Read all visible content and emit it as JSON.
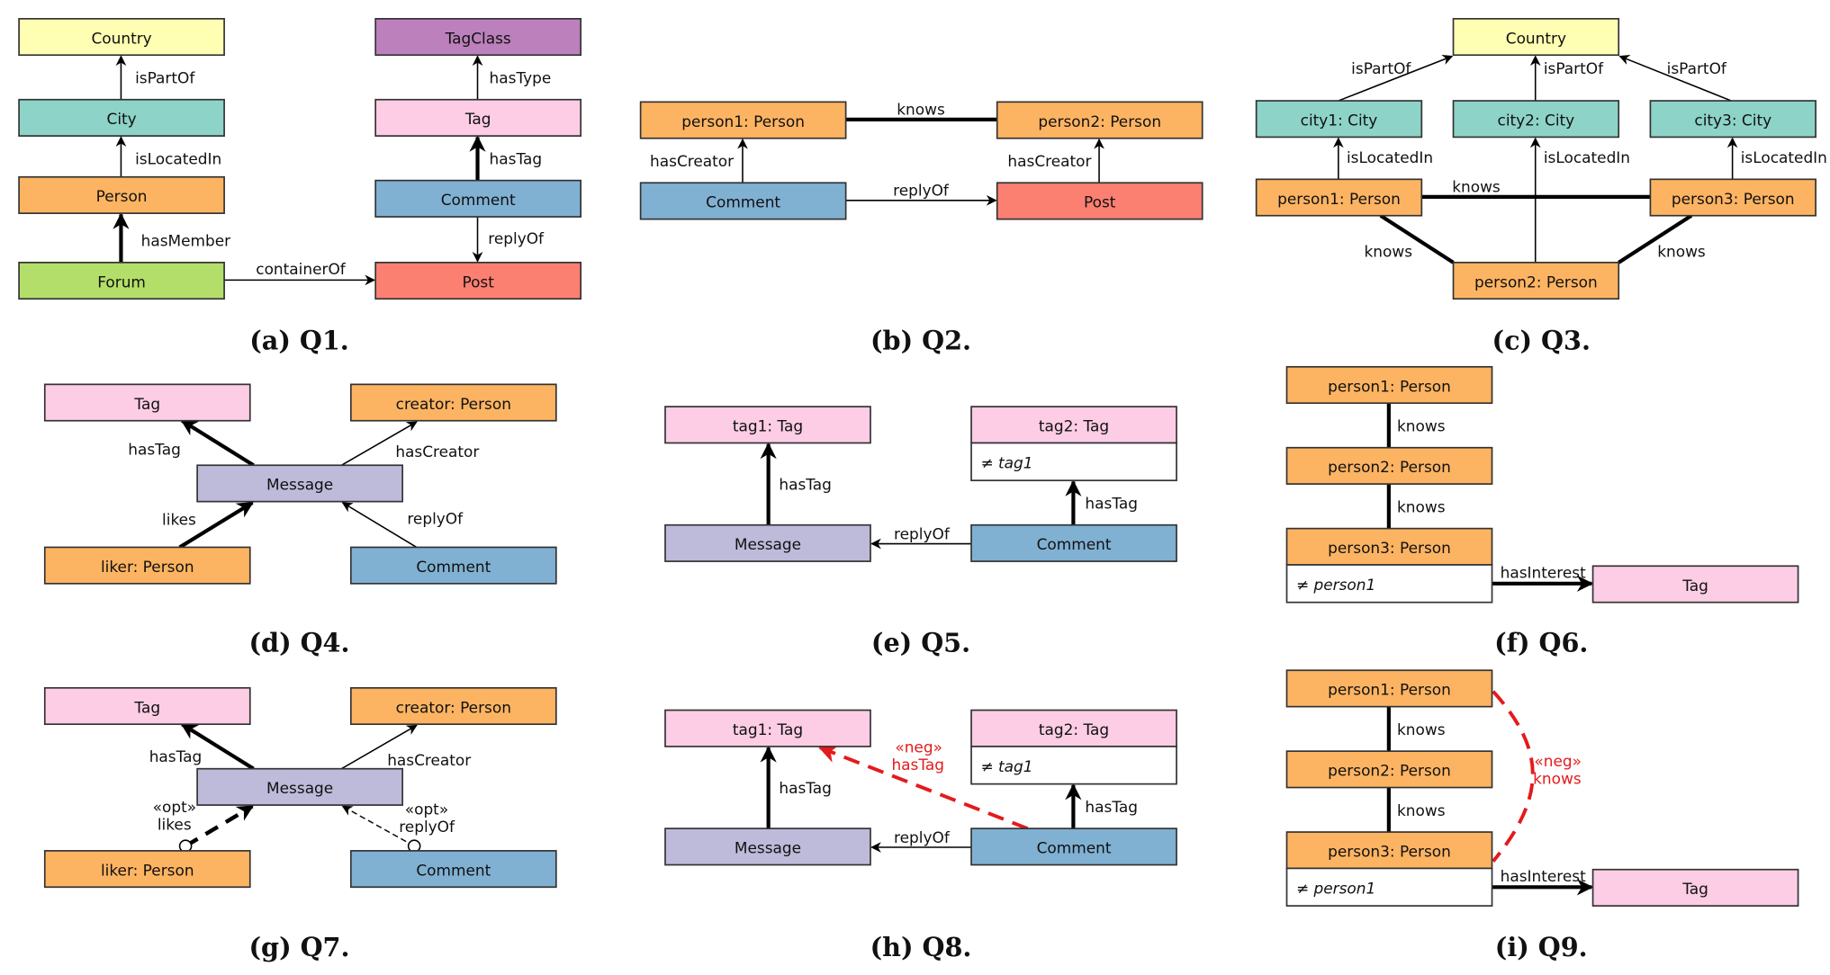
{
  "figure": {
    "colors": {
      "Country": "#FFFFB3",
      "City": "#8DD3C7",
      "Person": "#FDB462",
      "Forum": "#B3DE69",
      "TagClass": "#BC80BD",
      "Tag": "#FCCDE5",
      "Comment": "#80B1D3",
      "Post": "#FB8072",
      "Message": "#BEBADA",
      "constraint": "#FFFFFF",
      "negative": "#E41A1C",
      "edge": "#000000"
    },
    "panels": [
      {
        "id": "a",
        "caption": "(a) Q1.",
        "nodes": [
          {
            "id": "country",
            "label": "Country",
            "type": "Country"
          },
          {
            "id": "city",
            "label": "City",
            "type": "City"
          },
          {
            "id": "person",
            "label": "Person",
            "type": "Person"
          },
          {
            "id": "forum",
            "label": "Forum",
            "type": "Forum"
          },
          {
            "id": "tagclass",
            "label": "TagClass",
            "type": "TagClass"
          },
          {
            "id": "tag",
            "label": "Tag",
            "type": "Tag"
          },
          {
            "id": "comment",
            "label": "Comment",
            "type": "Comment"
          },
          {
            "id": "post",
            "label": "Post",
            "type": "Post"
          }
        ],
        "edges": [
          {
            "from": "city",
            "to": "country",
            "label": "isPartOf",
            "style": "thin"
          },
          {
            "from": "person",
            "to": "city",
            "label": "isLocatedIn",
            "style": "thin"
          },
          {
            "from": "forum",
            "to": "person",
            "label": "hasMember",
            "style": "thick"
          },
          {
            "from": "forum",
            "to": "post",
            "label": "containerOf",
            "style": "thin"
          },
          {
            "from": "tag",
            "to": "tagclass",
            "label": "hasType",
            "style": "thin"
          },
          {
            "from": "comment",
            "to": "tag",
            "label": "hasTag",
            "style": "thick"
          },
          {
            "from": "comment",
            "to": "post",
            "label": "replyOf",
            "style": "thin"
          }
        ]
      },
      {
        "id": "b",
        "caption": "(b) Q2.",
        "nodes": [
          {
            "id": "person1",
            "label": "person1: Person",
            "type": "Person"
          },
          {
            "id": "person2",
            "label": "person2: Person",
            "type": "Person"
          },
          {
            "id": "comment",
            "label": "Comment",
            "type": "Comment"
          },
          {
            "id": "post",
            "label": "Post",
            "type": "Post"
          }
        ],
        "edges": [
          {
            "from": "person1",
            "to": "person2",
            "label": "knows",
            "style": "thick-undirected"
          },
          {
            "from": "comment",
            "to": "person1",
            "label": "hasCreator",
            "style": "thin"
          },
          {
            "from": "post",
            "to": "person2",
            "label": "hasCreator",
            "style": "thin"
          },
          {
            "from": "comment",
            "to": "post",
            "label": "replyOf",
            "style": "thin"
          }
        ]
      },
      {
        "id": "c",
        "caption": "(c) Q3.",
        "nodes": [
          {
            "id": "country",
            "label": "Country",
            "type": "Country"
          },
          {
            "id": "city1",
            "label": "city1: City",
            "type": "City"
          },
          {
            "id": "city2",
            "label": "city2: City",
            "type": "City"
          },
          {
            "id": "city3",
            "label": "city3: City",
            "type": "City"
          },
          {
            "id": "person1",
            "label": "person1: Person",
            "type": "Person"
          },
          {
            "id": "person3",
            "label": "person3: Person",
            "type": "Person"
          },
          {
            "id": "person2",
            "label": "person2: Person",
            "type": "Person"
          }
        ],
        "edges": [
          {
            "from": "city1",
            "to": "country",
            "label": "isPartOf",
            "style": "thin"
          },
          {
            "from": "city2",
            "to": "country",
            "label": "isPartOf",
            "style": "thin"
          },
          {
            "from": "city3",
            "to": "country",
            "label": "isPartOf",
            "style": "thin"
          },
          {
            "from": "person1",
            "to": "city1",
            "label": "isLocatedIn",
            "style": "thin"
          },
          {
            "from": "person2",
            "to": "city2",
            "label": "isLocatedIn",
            "style": "thin"
          },
          {
            "from": "person3",
            "to": "city3",
            "label": "isLocatedIn",
            "style": "thin"
          },
          {
            "from": "person1",
            "to": "person3",
            "label": "knows",
            "style": "thick-undirected"
          },
          {
            "from": "person1",
            "to": "person2",
            "label": "knows",
            "style": "thick-undirected"
          },
          {
            "from": "person3",
            "to": "person2",
            "label": "knows",
            "style": "thick-undirected"
          }
        ]
      },
      {
        "id": "d",
        "caption": "(d) Q4.",
        "nodes": [
          {
            "id": "tag",
            "label": "Tag",
            "type": "Tag"
          },
          {
            "id": "creator",
            "label": "creator: Person",
            "type": "Person"
          },
          {
            "id": "message",
            "label": "Message",
            "type": "Message"
          },
          {
            "id": "liker",
            "label": "liker: Person",
            "type": "Person"
          },
          {
            "id": "comment",
            "label": "Comment",
            "type": "Comment"
          }
        ],
        "edges": [
          {
            "from": "message",
            "to": "tag",
            "label": "hasTag",
            "style": "thick"
          },
          {
            "from": "message",
            "to": "creator",
            "label": "hasCreator",
            "style": "thin"
          },
          {
            "from": "liker",
            "to": "message",
            "label": "likes",
            "style": "thick"
          },
          {
            "from": "comment",
            "to": "message",
            "label": "replyOf",
            "style": "thin"
          }
        ]
      },
      {
        "id": "e",
        "caption": "(e) Q5.",
        "nodes": [
          {
            "id": "tag1",
            "label": "tag1: Tag",
            "type": "Tag"
          },
          {
            "id": "tag2",
            "label": "tag2: Tag",
            "type": "Tag",
            "constraint": "≠ tag1"
          },
          {
            "id": "message",
            "label": "Message",
            "type": "Message"
          },
          {
            "id": "comment",
            "label": "Comment",
            "type": "Comment"
          }
        ],
        "edges": [
          {
            "from": "message",
            "to": "tag1",
            "label": "hasTag",
            "style": "thick"
          },
          {
            "from": "comment",
            "to": "tag2",
            "label": "hasTag",
            "style": "thick"
          },
          {
            "from": "comment",
            "to": "message",
            "label": "replyOf",
            "style": "thin"
          }
        ]
      },
      {
        "id": "f",
        "caption": "(f) Q6.",
        "nodes": [
          {
            "id": "person1",
            "label": "person1: Person",
            "type": "Person"
          },
          {
            "id": "person2",
            "label": "person2: Person",
            "type": "Person"
          },
          {
            "id": "person3",
            "label": "person3: Person",
            "type": "Person",
            "constraint": "≠ person1"
          },
          {
            "id": "tag",
            "label": "Tag",
            "type": "Tag"
          }
        ],
        "edges": [
          {
            "from": "person1",
            "to": "person2",
            "label": "knows",
            "style": "thick-undirected"
          },
          {
            "from": "person2",
            "to": "person3",
            "label": "knows",
            "style": "thick-undirected"
          },
          {
            "from": "person3",
            "to": "tag",
            "label": "hasInterest",
            "style": "thick"
          }
        ]
      },
      {
        "id": "g",
        "caption": "(g) Q7.",
        "nodes": [
          {
            "id": "tag",
            "label": "Tag",
            "type": "Tag"
          },
          {
            "id": "creator",
            "label": "creator: Person",
            "type": "Person"
          },
          {
            "id": "message",
            "label": "Message",
            "type": "Message"
          },
          {
            "id": "liker",
            "label": "liker: Person",
            "type": "Person"
          },
          {
            "id": "comment",
            "label": "Comment",
            "type": "Comment"
          }
        ],
        "edges": [
          {
            "from": "message",
            "to": "tag",
            "label": "hasTag",
            "style": "thick"
          },
          {
            "from": "message",
            "to": "creator",
            "label": "hasCreator",
            "style": "thin"
          },
          {
            "from": "liker",
            "to": "message",
            "label": "likes",
            "stereotype": "«opt»",
            "style": "thick-dashed-optional"
          },
          {
            "from": "comment",
            "to": "message",
            "label": "replyOf",
            "stereotype": "«opt»",
            "style": "thin-dashed-optional"
          }
        ]
      },
      {
        "id": "h",
        "caption": "(h) Q8.",
        "nodes": [
          {
            "id": "tag1",
            "label": "tag1: Tag",
            "type": "Tag"
          },
          {
            "id": "tag2",
            "label": "tag2: Tag",
            "type": "Tag",
            "constraint": "≠ tag1"
          },
          {
            "id": "message",
            "label": "Message",
            "type": "Message"
          },
          {
            "id": "comment",
            "label": "Comment",
            "type": "Comment"
          }
        ],
        "edges": [
          {
            "from": "message",
            "to": "tag1",
            "label": "hasTag",
            "style": "thick"
          },
          {
            "from": "comment",
            "to": "tag2",
            "label": "hasTag",
            "style": "thick"
          },
          {
            "from": "comment",
            "to": "message",
            "label": "replyOf",
            "style": "thin"
          },
          {
            "from": "comment",
            "to": "tag1",
            "label": "hasTag",
            "stereotype": "«neg»",
            "style": "negative"
          }
        ]
      },
      {
        "id": "i",
        "caption": "(i) Q9.",
        "nodes": [
          {
            "id": "person1",
            "label": "person1: Person",
            "type": "Person"
          },
          {
            "id": "person2",
            "label": "person2: Person",
            "type": "Person"
          },
          {
            "id": "person3",
            "label": "person3: Person",
            "type": "Person",
            "constraint": "≠ person1"
          },
          {
            "id": "tag",
            "label": "Tag",
            "type": "Tag"
          }
        ],
        "edges": [
          {
            "from": "person1",
            "to": "person2",
            "label": "knows",
            "style": "thick-undirected"
          },
          {
            "from": "person2",
            "to": "person3",
            "label": "knows",
            "style": "thick-undirected"
          },
          {
            "from": "person3",
            "to": "tag",
            "label": "hasInterest",
            "style": "thick"
          },
          {
            "from": "person1",
            "to": "person3",
            "label": "knows",
            "stereotype": "«neg»",
            "style": "negative"
          }
        ]
      }
    ]
  }
}
